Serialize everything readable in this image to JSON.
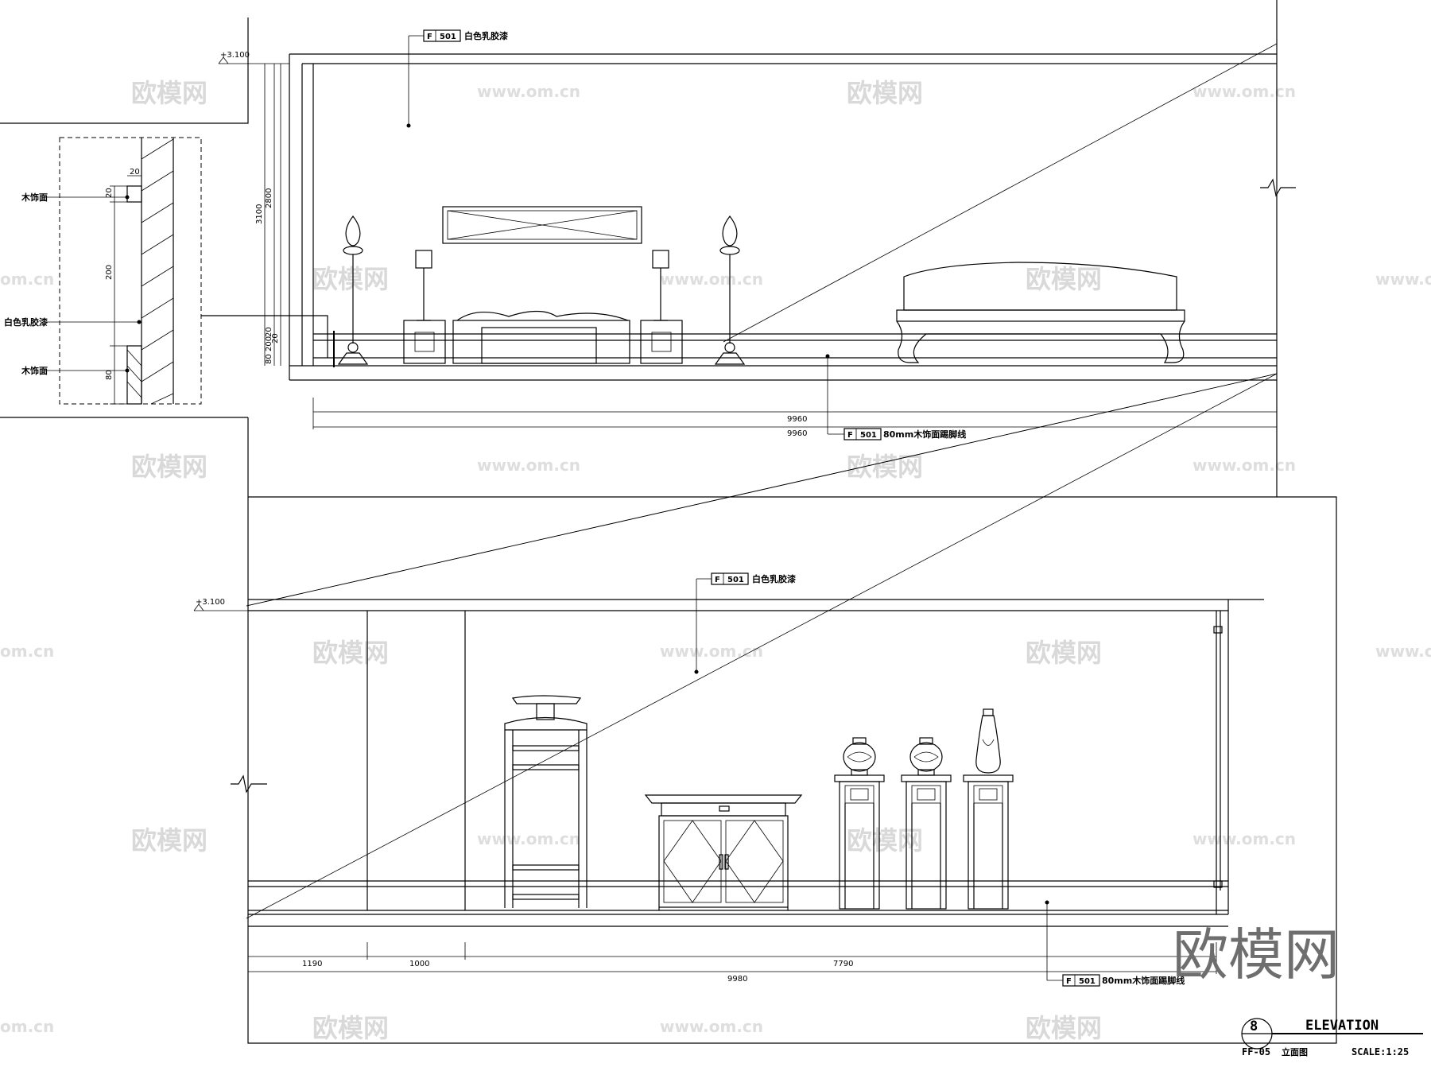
{
  "drawing": {
    "tag_code": "F",
    "tag_number": "501",
    "materials": {
      "white_latex_paint": "白色乳胶漆",
      "wood_skirting": "80mm木饰面踢脚线",
      "wood_veneer": "木饰面"
    },
    "level_mark": "+3.100",
    "section_detail": {
      "dims": [
        "20",
        "20",
        "200",
        "80"
      ]
    },
    "upper_elevation": {
      "heights": [
        "3100",
        "2800",
        "20",
        "200",
        "20",
        "80"
      ],
      "widths": [
        "9960",
        "9960"
      ]
    },
    "lower_elevation": {
      "widths": [
        "1190",
        "1000",
        "7790",
        "9980"
      ]
    },
    "title_block": {
      "number": "8",
      "sheet": "FF-05",
      "title_en": "ELEVATION",
      "title_cn": "立面图",
      "scale": "SCALE:1:25"
    },
    "watermarks": {
      "brand": "欧模网",
      "url": "www.om.cn",
      "url_partial": "om.cn"
    }
  }
}
